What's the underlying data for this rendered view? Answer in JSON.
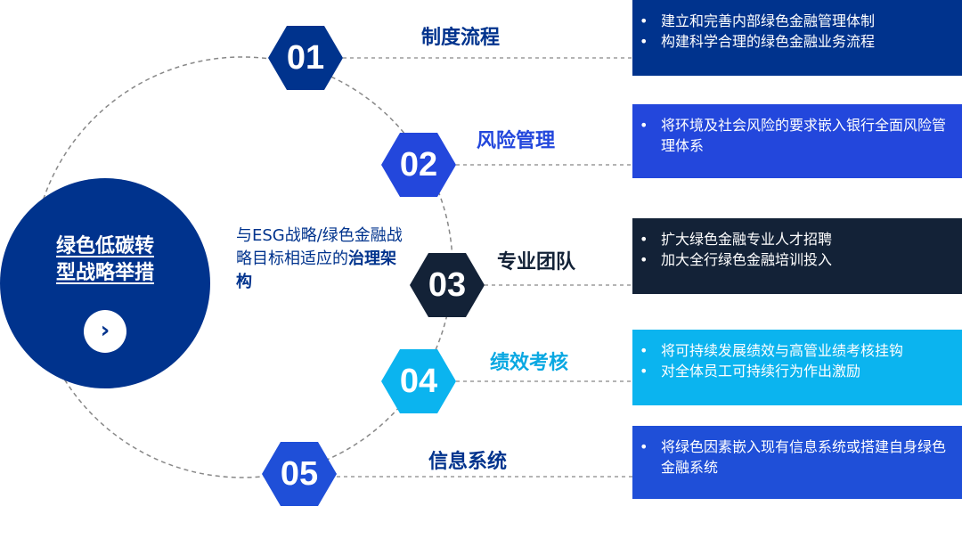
{
  "hub": {
    "line1": "绿色低碳转",
    "line2": "型战略举措",
    "arrow": "›"
  },
  "description": {
    "normal": "与ESG战略/绿色金融战略目标相适应的",
    "bold": "治理架构"
  },
  "items": [
    {
      "num": "01",
      "title": "制度流程",
      "color": "#00338d",
      "title_color": "#00338d",
      "bullets": [
        "建立和完善内部绿色金融管理体制",
        "构建科学合理的绿色金融业务流程"
      ]
    },
    {
      "num": "02",
      "title": "风险管理",
      "color": "#2347dc",
      "title_color": "#2347dc",
      "bullets": [
        "将环境及社会风险的要求嵌入银行全面风险管理体系"
      ]
    },
    {
      "num": "03",
      "title": "专业团队",
      "color": "#132237",
      "title_color": "#132237",
      "bullets": [
        "扩大绿色金融专业人才招聘",
        "加大全行绿色金融培训投入"
      ]
    },
    {
      "num": "04",
      "title": "绩效考核",
      "color": "#0bb4ef",
      "title_color": "#0aa8e2",
      "bullets": [
        "将可持续发展绩效与高管业绩考核挂钩",
        "对全体员工可持续行为作出激励"
      ]
    },
    {
      "num": "05",
      "title": "信息系统",
      "color": "#1f4fd8",
      "title_color": "#00338d",
      "bullets": [
        "将绿色因素嵌入现有信息系统或搭建自身绿色金融系统"
      ]
    }
  ]
}
